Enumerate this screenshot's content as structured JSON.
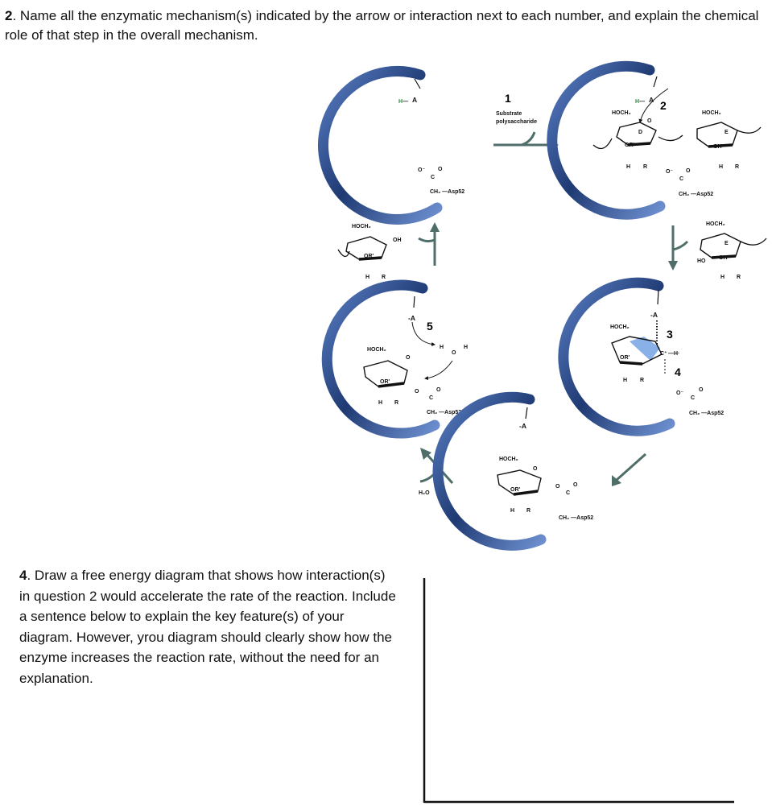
{
  "question2": {
    "number": "2",
    "text": ". Name all the enzymatic mechanism(s) indicated by the arrow or interaction next to each number, and explain the chemical role of that step in the overall mechanism."
  },
  "question4": {
    "number": "4",
    "text": ". Draw a free energy diagram that shows how interaction(s) in question 2 would accelerate the rate of the reaction. Include a sentence below to explain the key feature(s) of your diagram.  However, yrou diagram should clearly show how the enzyme increases the reaction rate, without the need for an explanation."
  },
  "diagram": {
    "step_numbers": [
      "1",
      "2",
      "3",
      "4",
      "5"
    ],
    "substrate_label_line1": "Substrate",
    "substrate_label_line2": "polysaccharide",
    "acid": "A",
    "acid_h": "H",
    "minus_a": "-A",
    "asp": "CH₂ —Asp52",
    "hoch2": "HOCH₂",
    "or_prime": "OR'",
    "oh": "OH",
    "ho": "HO",
    "h": "H",
    "r": "R",
    "d": "D",
    "e": "E",
    "o": "O",
    "c": "C",
    "water": "H₂O",
    "o_minus": "O⁻",
    "c_plus": "C⁺",
    "dash_h": "—H·"
  },
  "colors": {
    "enzyme_dark": "#1f3a73",
    "enzyme_mid": "#4a6fb5",
    "arrow_gray": "#4f6e6a",
    "highlight": "#8ab0e8",
    "ring": "#111111"
  }
}
